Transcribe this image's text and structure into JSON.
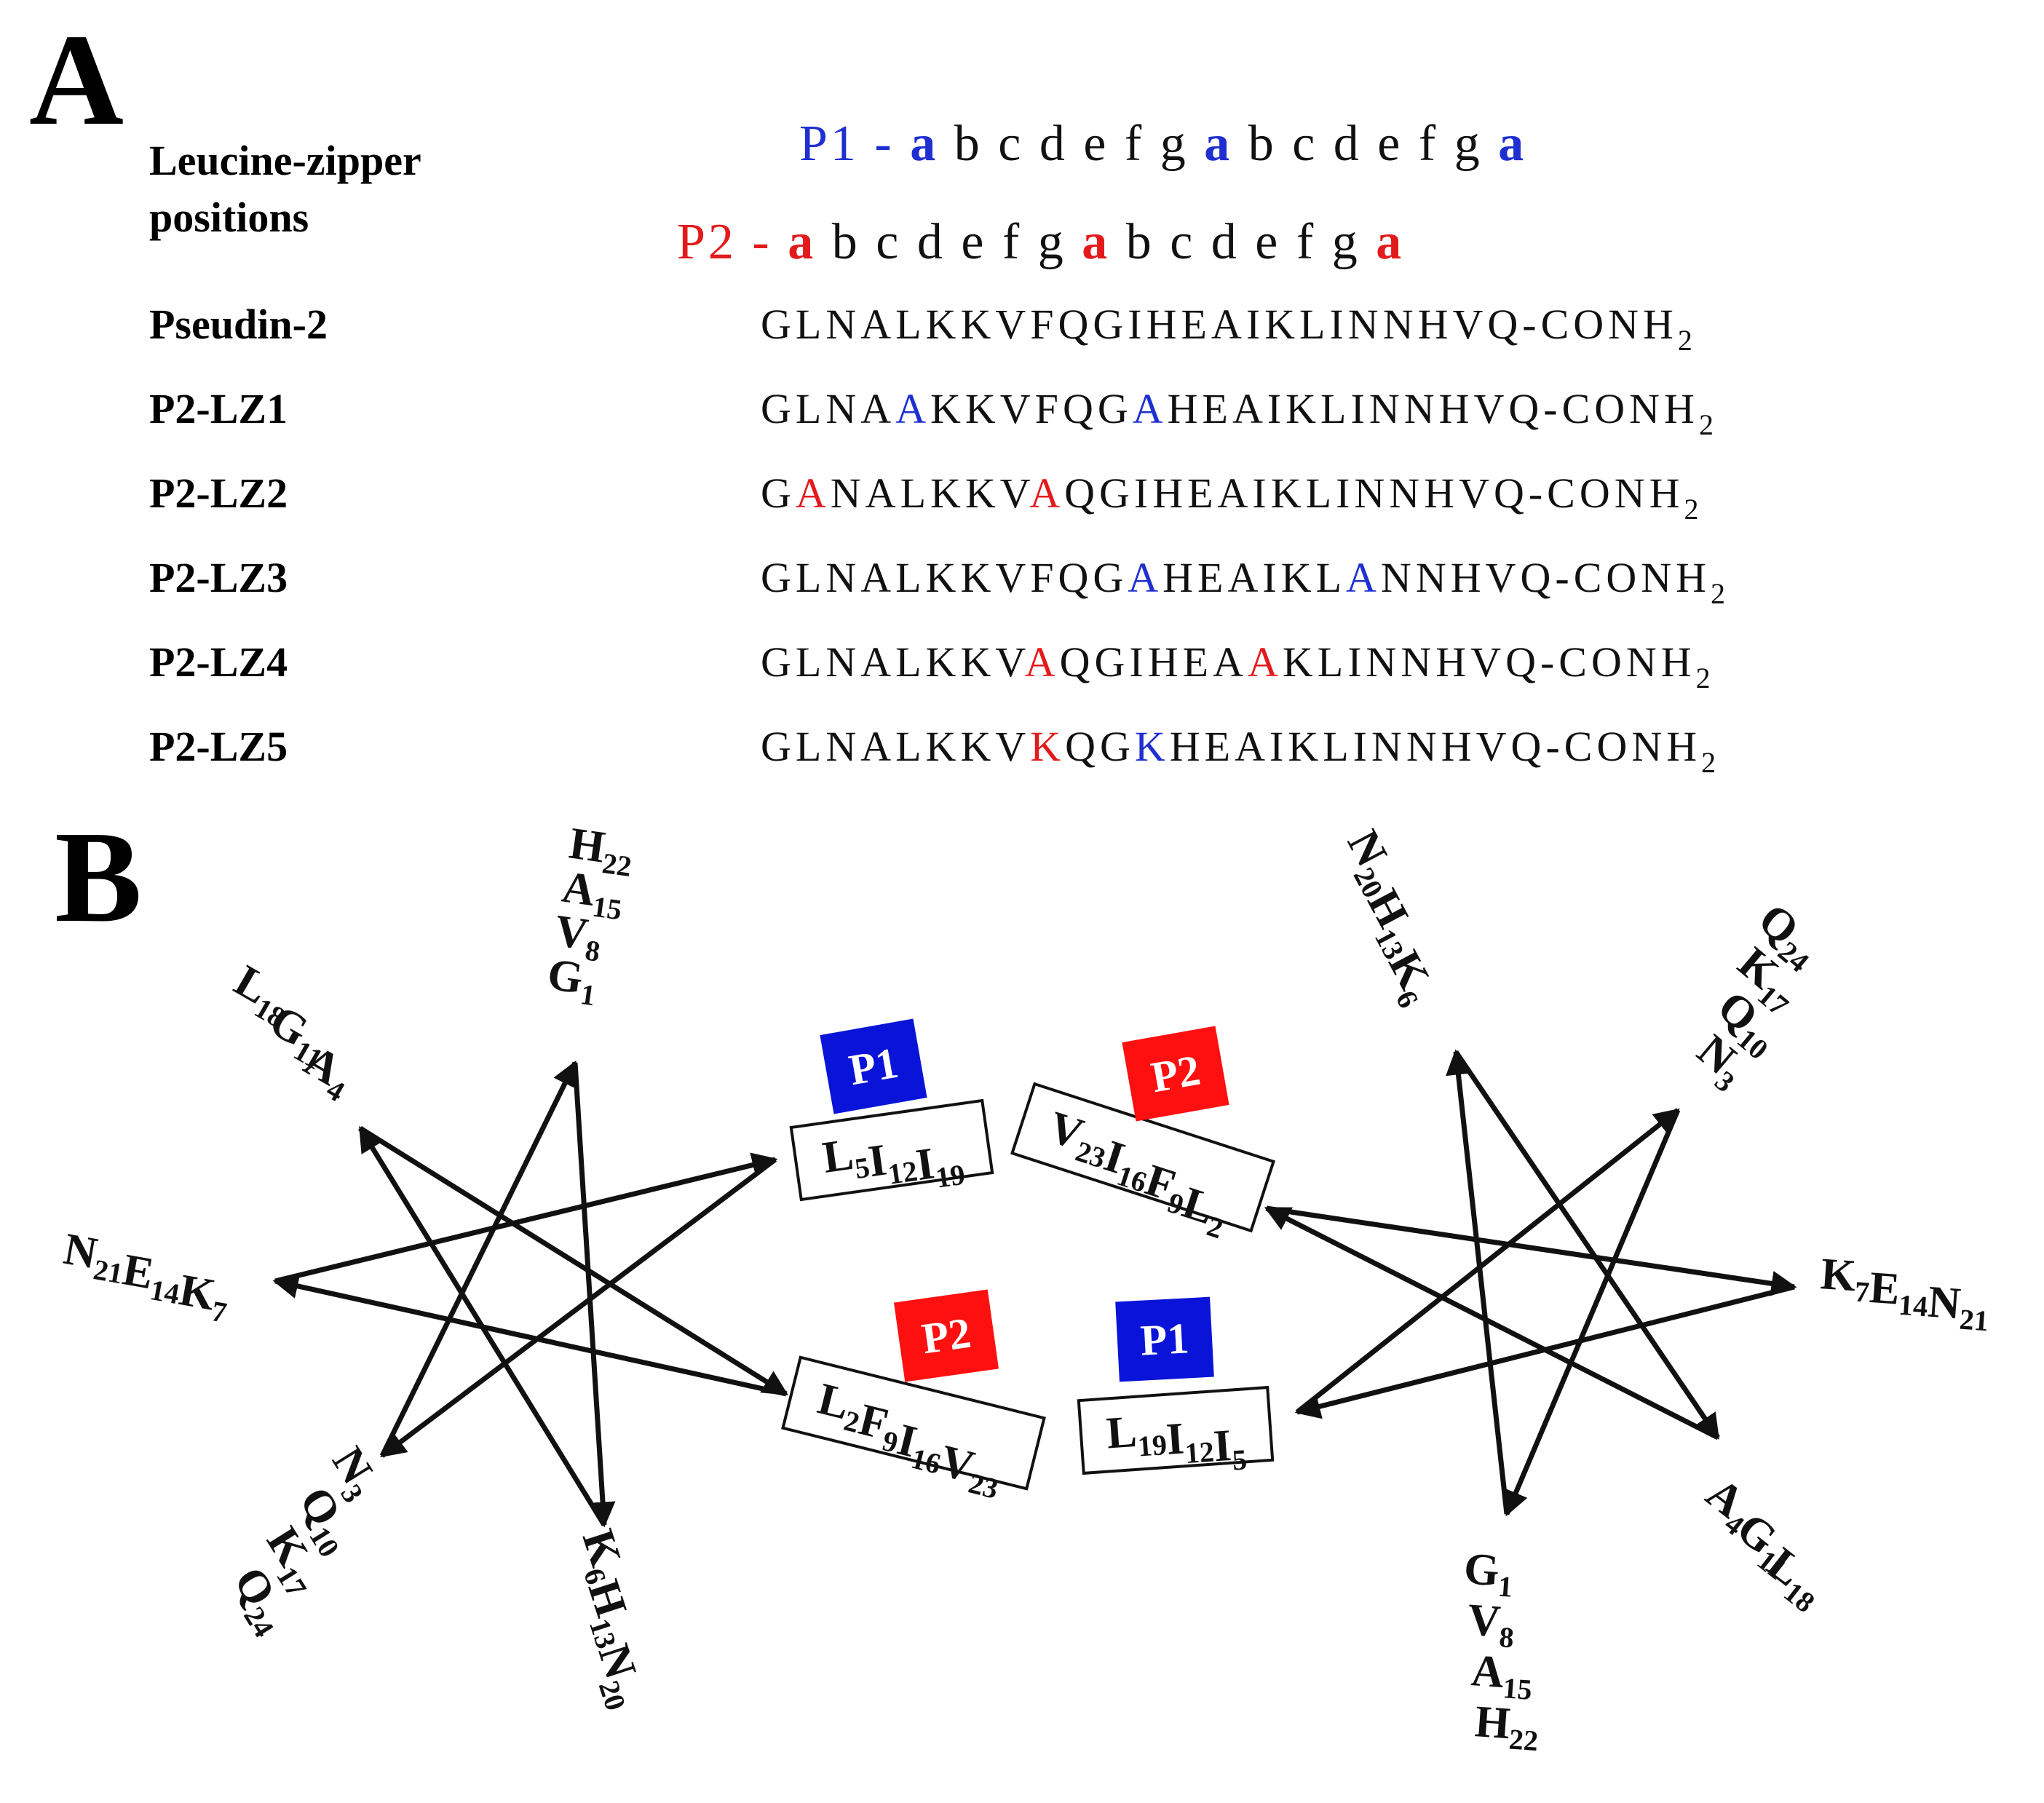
{
  "panels": {
    "a": "A",
    "b": "B"
  },
  "colors": {
    "p1": "#0a14d8",
    "p2": "#ff1010",
    "red_text": "#e31a1c",
    "blue_text": "#1f2fd0",
    "ink": "#111111"
  },
  "panel_a": {
    "positions_label": [
      "Leucine-zipper",
      "positions"
    ],
    "p1_line": {
      "prefix": "P1 - ",
      "letters": [
        {
          "t": "a",
          "hl": "blue"
        },
        {
          "t": "b"
        },
        {
          "t": "c"
        },
        {
          "t": "d"
        },
        {
          "t": "e"
        },
        {
          "t": "f"
        },
        {
          "t": "g"
        },
        {
          "t": "a",
          "hl": "blue"
        },
        {
          "t": "b"
        },
        {
          "t": "c"
        },
        {
          "t": "d"
        },
        {
          "t": "e"
        },
        {
          "t": "f"
        },
        {
          "t": "g"
        },
        {
          "t": "a",
          "hl": "blue"
        }
      ]
    },
    "p2_line": {
      "prefix": "P2 - ",
      "letters": [
        {
          "t": "a",
          "hl": "red"
        },
        {
          "t": "b"
        },
        {
          "t": "c"
        },
        {
          "t": "d"
        },
        {
          "t": "e"
        },
        {
          "t": "f"
        },
        {
          "t": "g"
        },
        {
          "t": "a",
          "hl": "red"
        },
        {
          "t": "b"
        },
        {
          "t": "c"
        },
        {
          "t": "d"
        },
        {
          "t": "e"
        },
        {
          "t": "f"
        },
        {
          "t": "g"
        },
        {
          "t": "a",
          "hl": "red"
        }
      ]
    },
    "suffix": "-CONH",
    "suffix_sub": "2",
    "sequences": [
      {
        "name": "Pseudin-2",
        "seq": "GLNALKKVFQGIHEAIKLINNHVQ",
        "hl": {}
      },
      {
        "name": "P2-LZ1",
        "seq": "GLNAAKKVFQGAHEAIKLINNHVQ",
        "hl": {
          "4": "blue",
          "11": "blue"
        }
      },
      {
        "name": "P2-LZ2",
        "seq": "GANALKKVAQGIHEAIKLINNHVQ",
        "hl": {
          "1": "red",
          "8": "red"
        }
      },
      {
        "name": "P2-LZ3",
        "seq": "GLNALKKVFQGAHEAIKLANNHVQ",
        "hl": {
          "11": "blue",
          "18": "blue"
        }
      },
      {
        "name": "P2-LZ4",
        "seq": "GLNALKKVAQGIHEAAKLINNHVQ",
        "hl": {
          "8": "red",
          "15": "red"
        }
      },
      {
        "name": "P2-LZ5",
        "seq": "GLNALKKVKQGKHEAIKLINNHVQ",
        "hl": {
          "8": "red",
          "11": "blue"
        }
      }
    ]
  },
  "panel_b": {
    "tags": [
      {
        "text": "P1",
        "color": "blue"
      },
      {
        "text": "P2",
        "color": "red"
      },
      {
        "text": "P2",
        "color": "red"
      },
      {
        "text": "P1",
        "color": "blue"
      }
    ],
    "boxes": [
      [
        [
          "L",
          "5"
        ],
        [
          "I",
          "12"
        ],
        [
          "I",
          "19"
        ]
      ],
      [
        [
          "V",
          "23"
        ],
        [
          "I",
          "16"
        ],
        [
          "F",
          "9"
        ],
        [
          "L",
          "2"
        ]
      ],
      [
        [
          "L",
          "2"
        ],
        [
          "F",
          "9"
        ],
        [
          "I",
          "16"
        ],
        [
          "V",
          "23"
        ]
      ],
      [
        [
          "L",
          "19"
        ],
        [
          "I",
          "12"
        ],
        [
          "I",
          "5"
        ]
      ]
    ],
    "left_wheel_labels": [
      {
        "lines": [
          [
            [
              "H",
              "22"
            ]
          ],
          [
            [
              "A",
              "15"
            ]
          ],
          [
            [
              "V",
              "8"
            ]
          ],
          [
            [
              "G",
              "1"
            ]
          ]
        ]
      },
      {
        "lines": [
          [
            [
              "L",
              "18"
            ]
          ],
          [
            [
              "G",
              "11"
            ]
          ],
          [
            [
              "A",
              "4"
            ]
          ]
        ]
      },
      {
        "lines": [
          [
            [
              "N",
              "21"
            ],
            [
              "E",
              "14"
            ],
            [
              "K",
              "7"
            ]
          ]
        ]
      },
      {
        "lines": [
          [
            [
              "N",
              "3"
            ]
          ],
          [
            [
              "Q",
              "10"
            ]
          ],
          [
            [
              "K",
              "17"
            ]
          ],
          [
            [
              "Q",
              "24"
            ]
          ]
        ]
      },
      {
        "lines": [
          [
            [
              "K",
              "6"
            ],
            [
              "H",
              "13"
            ],
            [
              "N",
              "20"
            ]
          ]
        ]
      }
    ],
    "right_wheel_labels": [
      {
        "lines": [
          [
            [
              "N",
              "20"
            ],
            [
              "H",
              "13"
            ],
            [
              "K",
              "6"
            ]
          ]
        ]
      },
      {
        "lines": [
          [
            [
              "Q",
              "24"
            ]
          ],
          [
            [
              "K",
              "17"
            ]
          ],
          [
            [
              "Q",
              "10"
            ]
          ],
          [
            [
              "N",
              "3"
            ]
          ]
        ]
      },
      {
        "lines": [
          [
            [
              "K",
              "7"
            ],
            [
              "E",
              "14"
            ],
            [
              "N",
              "21"
            ]
          ]
        ]
      },
      {
        "lines": [
          [
            [
              "A",
              "4"
            ]
          ],
          [
            [
              "G",
              "11"
            ]
          ],
          [
            [
              "L",
              "18"
            ]
          ]
        ]
      },
      {
        "lines": [
          [
            [
              "G",
              "1"
            ]
          ],
          [
            [
              "V",
              "8"
            ]
          ],
          [
            [
              "A",
              "15"
            ]
          ],
          [
            [
              "H",
              "22"
            ]
          ]
        ]
      }
    ]
  }
}
